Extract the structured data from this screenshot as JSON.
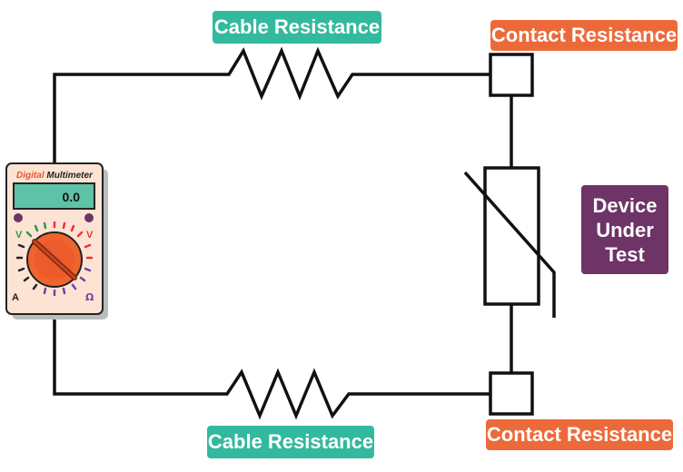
{
  "labels": {
    "cable_top": "Cable Resistance",
    "cable_bottom": "Cable Resistance",
    "contact_top": "Contact Resistance",
    "contact_bottom": "Contact Resistance"
  },
  "device": {
    "line1": "Device",
    "line2": "Under",
    "line3": "Test"
  },
  "multimeter": {
    "brand_word1": "Digital",
    "brand_word2": "Multimeter",
    "display_value": "0.0",
    "dial_label_v_left": "V",
    "dial_label_v_right": "V",
    "dial_label_a": "A",
    "dial_label_ohm": "Ω"
  },
  "colors": {
    "cable_tag": "#33b99d",
    "contact_tag": "#ec6a3a",
    "device_tag": "#6e3367",
    "meter_body": "#fde3d3",
    "meter_screen": "#5ec2a7",
    "dial": "#f0642e"
  }
}
